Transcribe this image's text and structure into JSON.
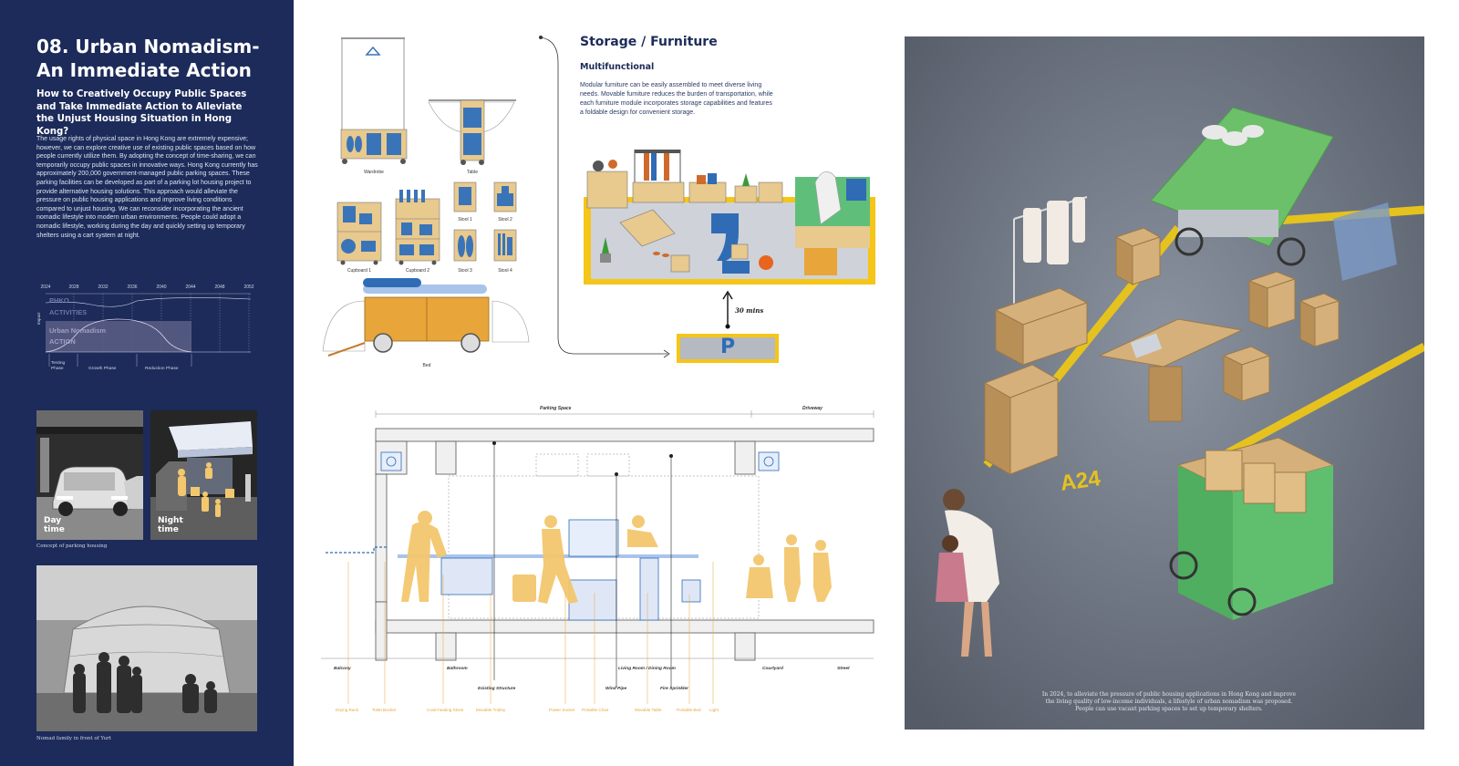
{
  "sidebar": {
    "title_line1": "08. Urban Nomadism-",
    "title_line2": "An Immediate Action",
    "question": "How to Creatively Occupy Public Spaces and Take Immediate Action to Alleviate the Unjust Housing Situation in Hong Kong?",
    "paragraph": "The usage rights of physical space in Hong Kong are extremely expensive; however, we can explore creative use of existing public spaces based on how people currently utilize them. By adopting the concept of time-sharing, we can temporarily occupy public spaces in innovative ways. Hong Kong currently has approximately 200,000 government-managed public parking spaces. These parking facilities can be developed as part of a parking lot housing project to provide alternative housing solutions. This approach would alleviate the pressure on public housing applications and improve living conditions compared to unjust housing. We can reconsider incorporating the ancient nomadic lifestyle into modern urban environments. People could adopt a nomadic lifestyle, working during the day and quickly setting up temporary shelters using a cart system at night.",
    "timeline": {
      "years": [
        "2024",
        "2028",
        "2032",
        "2036",
        "2040",
        "2044",
        "2048",
        "2052"
      ],
      "y_axis_label": "Impact",
      "band1_line1": "PHKO",
      "band1_line2": "ACTIVITIES",
      "band2_line1": "Urban Nomadism",
      "band2_line2": "ACTION",
      "phase1_line1": "Testing",
      "phase1_line2": "Phase",
      "phase2": "Growth Phase",
      "phase3": "Reduction Phase"
    },
    "day_label_line1": "Day",
    "day_label_line2": "time",
    "night_label_line1": "Night",
    "night_label_line2": "time",
    "caption_concept": "Concept of parking housing",
    "caption_nomad": "Nomad family in front of Yurt"
  },
  "furniture": {
    "wardrobe": "Wardrobe",
    "table": "Table",
    "cupboard1": "Cupboard 1",
    "cupboard2": "Cupboard 2",
    "stool1": "Stool 1",
    "stool2": "Stool 2",
    "stool3": "Stool 3",
    "stool4": "Stool 4",
    "bed": "Bed"
  },
  "storage": {
    "title": "Storage / Furniture",
    "subtitle": "Multifunctional",
    "body": "Modular furniture can be easily assembled to meet diverse living needs. Movable furniture reduces the burden of transportation, while each furniture module incorporates storage capabilities and features a foldable design for convenient storage.",
    "time_label": "30 mins",
    "parking_letter": "P"
  },
  "section": {
    "label_parking": "Parking Space",
    "label_driveway": "Driveway",
    "bottom_labels": [
      "Balcony",
      "Bathroom",
      "Living Room / Dining Room",
      "Courtyard",
      "Street"
    ],
    "structure_labels": [
      "Existing Structure",
      "Wind Pipe",
      "Fire Sprinkler"
    ],
    "item_labels": [
      "Drying Rack",
      "Toilet Bucket",
      "Cook-heating Stove",
      "Movable Trolley",
      "Power Socket",
      "Portable Chair",
      "Movable Table",
      "Portable Bed",
      "Light"
    ]
  },
  "render": {
    "floor_mark": "A24",
    "caption": "In 2024, to alleviate the pressure of public housing applications in Hong Kong and improve the living quality of low-income individuals, a lifestyle of urban nomadism was proposed. People can use vacant parking spaces to set up temporary shelters."
  },
  "colors": {
    "navy": "#1c2b59",
    "accent_yellow": "#f5c518",
    "figure_yellow": "#f3c76e",
    "wood": "#e8c98e",
    "orange_cart": "#e8a53a",
    "blue": "#3a74b8",
    "green_cart": "#5fbf7a"
  }
}
